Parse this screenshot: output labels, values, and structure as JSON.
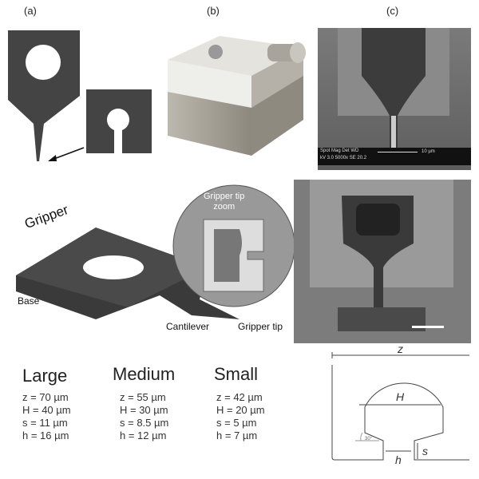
{
  "panels": {
    "a": "(a)",
    "b": "(b)",
    "c": "(c)"
  },
  "sem_top": {
    "info_line1": "Spot Mag Det WD",
    "info_line2": "kV 3.0 5000x SE 20.2",
    "scale": "10 µm"
  },
  "gripper": {
    "title": "Gripper",
    "base": "Base",
    "cantilever": "Cantilever",
    "tip": "Gripper tip",
    "zoom_line1": "Gripper tip",
    "zoom_line2": "zoom"
  },
  "sizes": [
    {
      "name": "Large",
      "z": "z = 70 µm",
      "H": "H = 40 µm",
      "s": "s = 11 µm",
      "h": "h = 16 µm"
    },
    {
      "name": "Medium",
      "z": "z = 55 µm",
      "H": "H = 30 µm",
      "s": "s = 8.5 µm",
      "h": "h = 12 µm"
    },
    {
      "name": "Small",
      "z": "z = 42 µm",
      "H": "H = 20 µm",
      "s": "s =  5 µm",
      "h": "h =  7 µm"
    }
  ],
  "schematic": {
    "z": "z",
    "H": "H",
    "s": "s",
    "h": "h",
    "angle": "30°"
  }
}
